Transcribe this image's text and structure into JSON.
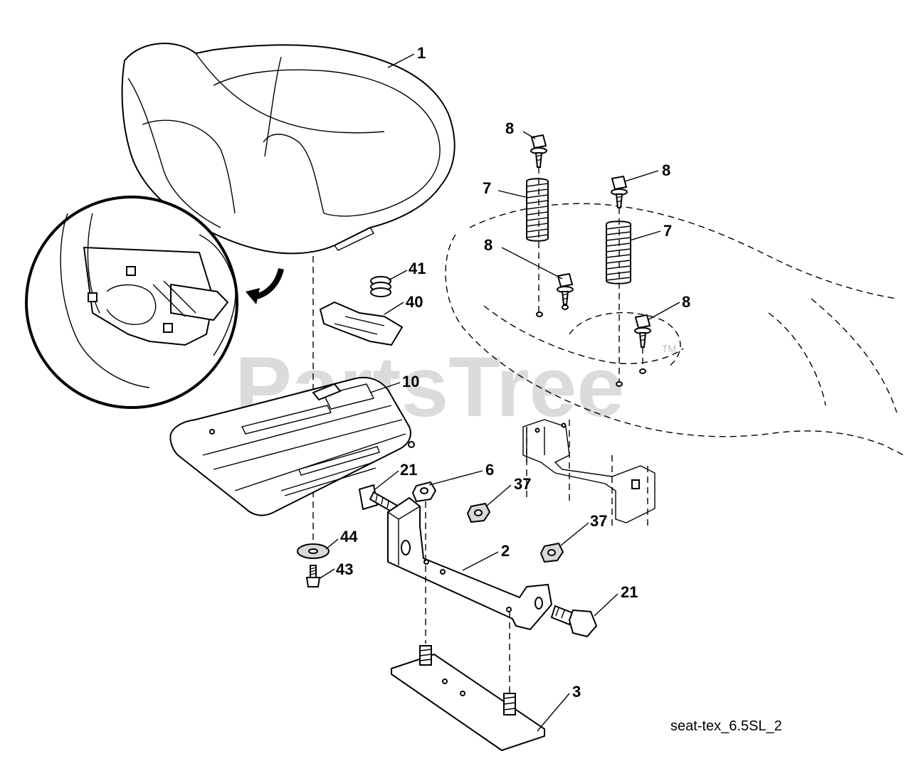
{
  "diagram": {
    "watermark": "PartsTree",
    "watermark_mark": "TM",
    "caption": "seat-tex_6.5SL_2",
    "callouts": [
      {
        "id": "c1",
        "label": "1"
      },
      {
        "id": "c8a",
        "label": "8"
      },
      {
        "id": "c8b",
        "label": "8"
      },
      {
        "id": "c7a",
        "label": "7"
      },
      {
        "id": "c7b",
        "label": "7"
      },
      {
        "id": "c8c",
        "label": "8"
      },
      {
        "id": "c8d",
        "label": "8"
      },
      {
        "id": "c41",
        "label": "41"
      },
      {
        "id": "c40",
        "label": "40"
      },
      {
        "id": "c10",
        "label": "10"
      },
      {
        "id": "c21a",
        "label": "21"
      },
      {
        "id": "c6",
        "label": "6"
      },
      {
        "id": "c37a",
        "label": "37"
      },
      {
        "id": "c37b",
        "label": "37"
      },
      {
        "id": "c44",
        "label": "44"
      },
      {
        "id": "c43",
        "label": "43"
      },
      {
        "id": "c2",
        "label": "2"
      },
      {
        "id": "c21b",
        "label": "21"
      },
      {
        "id": "c3",
        "label": "3"
      }
    ]
  }
}
